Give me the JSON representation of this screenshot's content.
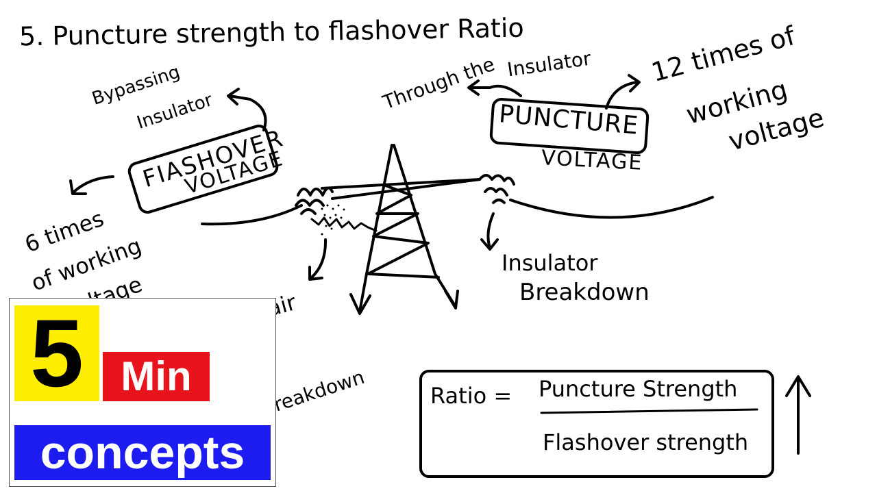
{
  "heading": "5.  Puncture strength to flashover Ratio",
  "left": {
    "note_top_line1": "Bypassing",
    "note_top_line2": "Insulator",
    "box_line1": "FIASHOVER",
    "box_line2": "VOLTAGE",
    "times_line1": "6 times",
    "times_line2": "of working",
    "times_line3": "voltage",
    "air": "air",
    "air_breakdown_line1": "air",
    "air_breakdown_line2": "breakdown"
  },
  "right": {
    "note_top_line1": "Through the",
    "note_top_line2": "Insulator",
    "box_line1": "PUNCTURE",
    "box_line2": "VOLTAGE",
    "times_line1": "12 times of",
    "times_line2": "working",
    "times_line3": "voltage",
    "insulator_line1": "Insulator",
    "insulator_line2": "Breakdown"
  },
  "ratio": {
    "label": "Ratio =",
    "numerator": "Puncture Strength",
    "denominator": "Flashover strength"
  },
  "logo": {
    "number": "5",
    "word1": "Min",
    "word2": "concepts",
    "colors": {
      "yellow": "#ffee00",
      "red": "#e8141c",
      "blue": "#1c1cf0"
    }
  }
}
